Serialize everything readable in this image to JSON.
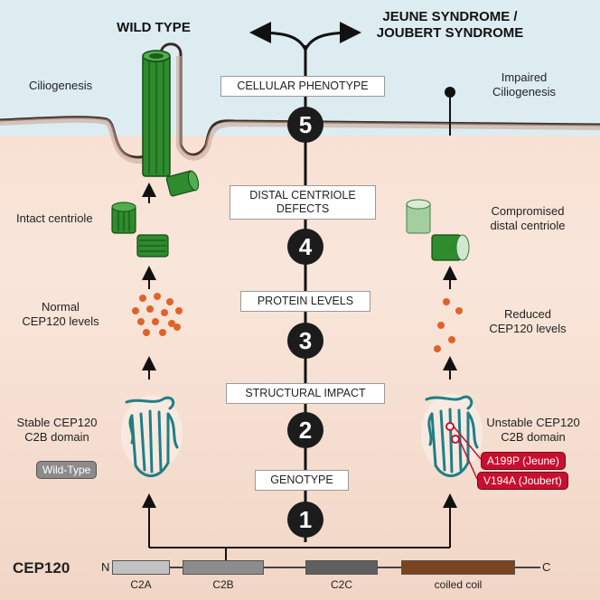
{
  "headers": {
    "left": "WILD TYPE",
    "right_line1": "JEUNE SYNDROME /",
    "right_line2": "JOUBERT SYNDROME"
  },
  "steps": [
    {
      "number": "5",
      "label_line1": "CELLULAR PHENOTYPE",
      "label_line2": ""
    },
    {
      "number": "4",
      "label_line1": "DISTAL CENTRIOLE",
      "label_line2": "DEFECTS"
    },
    {
      "number": "3",
      "label_line1": "PROTEIN LEVELS",
      "label_line2": ""
    },
    {
      "number": "2",
      "label_line1": "STRUCTURAL IMPACT",
      "label_line2": ""
    },
    {
      "number": "1",
      "label_line1": "GENOTYPE",
      "label_line2": ""
    }
  ],
  "left_labels": {
    "ciliogenesis": "Ciliogenesis",
    "centriole": "Intact centriole",
    "levels_1": "Normal",
    "levels_2": "CEP120 levels",
    "domain_1": "Stable CEP120",
    "domain_2": "C2B domain",
    "badge": "Wild-Type"
  },
  "right_labels": {
    "ciliogenesis_1": "Impaired",
    "ciliogenesis_2": "Ciliogenesis",
    "centriole_1": "Compromised",
    "centriole_2": "distal centriole",
    "levels_1": "Reduced",
    "levels_2": "CEP120 levels",
    "domain_1": "Unstable CEP120",
    "domain_2": "C2B domain",
    "mutations": [
      "A199P (Jeune)",
      "V194A (Joubert)"
    ]
  },
  "gene": {
    "name": "CEP120",
    "n_term": "N",
    "c_term": "C",
    "domains": [
      "C2A",
      "C2B",
      "C2C",
      "coiled coil"
    ]
  },
  "colors": {
    "cytoplasm": "#f6dccd",
    "extracellular": "#dcecf1",
    "microtubule_green": "#2e8b2e",
    "protein_teal": "#1f7f86",
    "cep120_dots": "#e0622a",
    "mutation_red": "#c8102e"
  }
}
